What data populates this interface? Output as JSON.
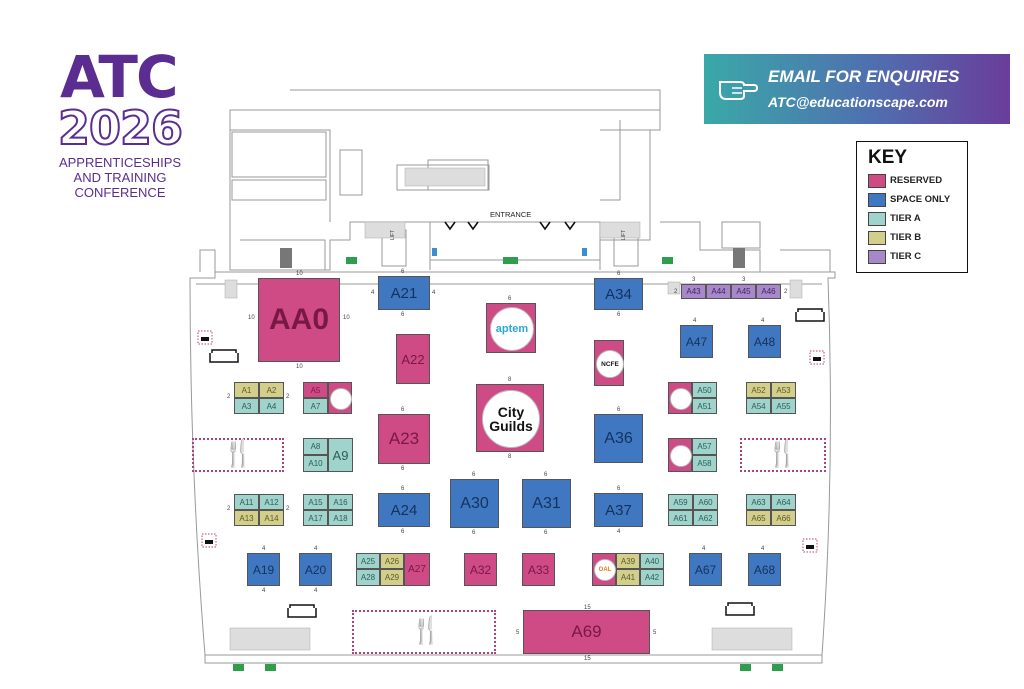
{
  "logo": {
    "main": "ATC",
    "year": "2026",
    "subtitle_lines": [
      "APPRENTICESHIPS",
      "AND TRAINING",
      "CONFERENCE"
    ]
  },
  "banner": {
    "title": "EMAIL FOR ENQUIRIES",
    "email": "ATC@educationscape.com"
  },
  "key": {
    "title": "KEY",
    "items": [
      {
        "label": "RESERVED",
        "color": "#cf4b86"
      },
      {
        "label": "SPACE ONLY",
        "color": "#3f78c0"
      },
      {
        "label": "TIER A",
        "color": "#9fd3cb"
      },
      {
        "label": "TIER B",
        "color": "#d3cf8a"
      },
      {
        "label": "TIER C",
        "color": "#a789c9"
      }
    ]
  },
  "floor": {
    "entrance": "ENTRANCE",
    "lift": "LIFT"
  },
  "logos": {
    "aptem": "aptem",
    "city_guilds_line1": "City",
    "city_guilds_line2": "Guilds",
    "ncfe": "NCFE",
    "oal": "OAL"
  },
  "booths": {
    "AA0": "AA0",
    "A1": "A1",
    "A2": "A2",
    "A3": "A3",
    "A4": "A4",
    "A5": "A5",
    "A7": "A7",
    "A8": "A8",
    "A9": "A9",
    "A10": "A10",
    "A11": "A11",
    "A12": "A12",
    "A13": "A13",
    "A14": "A14",
    "A15": "A15",
    "A16": "A16",
    "A17": "A17",
    "A18": "A18",
    "A19": "A19",
    "A20": "A20",
    "A21": "A21",
    "A22": "A22",
    "A23": "A23",
    "A24": "A24",
    "A25": "A25",
    "A26": "A26",
    "A27": "A27",
    "A28": "A28",
    "A29": "A29",
    "A30": "A30",
    "A31": "A31",
    "A32": "A32",
    "A33": "A33",
    "A34": "A34",
    "A36": "A36",
    "A37": "A37",
    "A39": "A39",
    "A40": "A40",
    "A41": "A41",
    "A42": "A42",
    "A43": "A43",
    "A44": "A44",
    "A45": "A45",
    "A46": "A46",
    "A47": "A47",
    "A48": "A48",
    "A50": "A50",
    "A51": "A51",
    "A52": "A52",
    "A53": "A53",
    "A54": "A54",
    "A55": "A55",
    "A57": "A57",
    "A58": "A58",
    "A59": "A59",
    "A60": "A60",
    "A61": "A61",
    "A62": "A62",
    "A63": "A63",
    "A64": "A64",
    "A65": "A65",
    "A66": "A66",
    "A67": "A67",
    "A68": "A68",
    "A69": "A69"
  },
  "dims": {
    "d2": "2",
    "d3": "3",
    "d4": "4",
    "d5": "5",
    "d6": "6",
    "d8": "8",
    "d10": "10",
    "d15": "15"
  }
}
